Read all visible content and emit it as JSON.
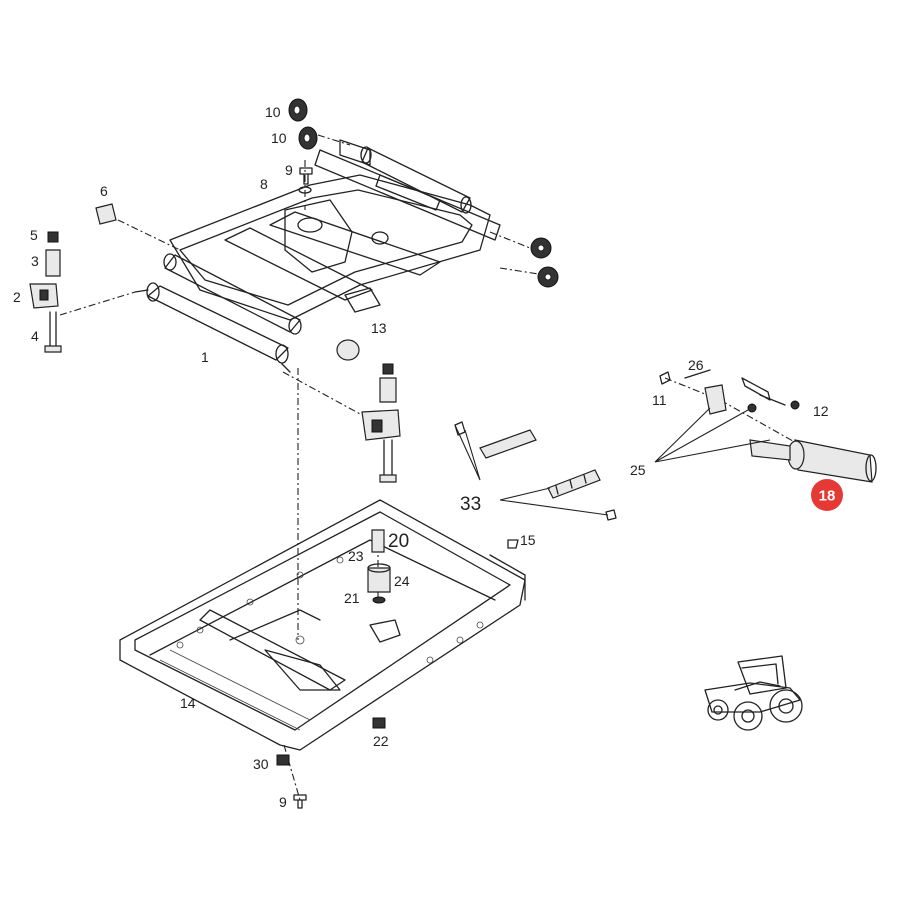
{
  "diagram": {
    "labels": {
      "p1": "1",
      "p2": "2",
      "p3": "3",
      "p4": "4",
      "p5": "5",
      "p6": "6",
      "p8": "8",
      "p9_top": "9",
      "p9_bottom": "9",
      "p10_a": "10",
      "p10_b": "10",
      "p11": "11",
      "p12": "12",
      "p13": "13",
      "p14": "14",
      "p15": "15",
      "p20": "20",
      "p21": "21",
      "p22": "22",
      "p23": "23",
      "p24": "24",
      "p25": "25",
      "p26": "26",
      "p30": "30",
      "p33": "33"
    },
    "highlight": {
      "label": "18",
      "color": "#e53935",
      "text_color": "#ffffff"
    },
    "icons": [
      "tractor-icon"
    ]
  }
}
